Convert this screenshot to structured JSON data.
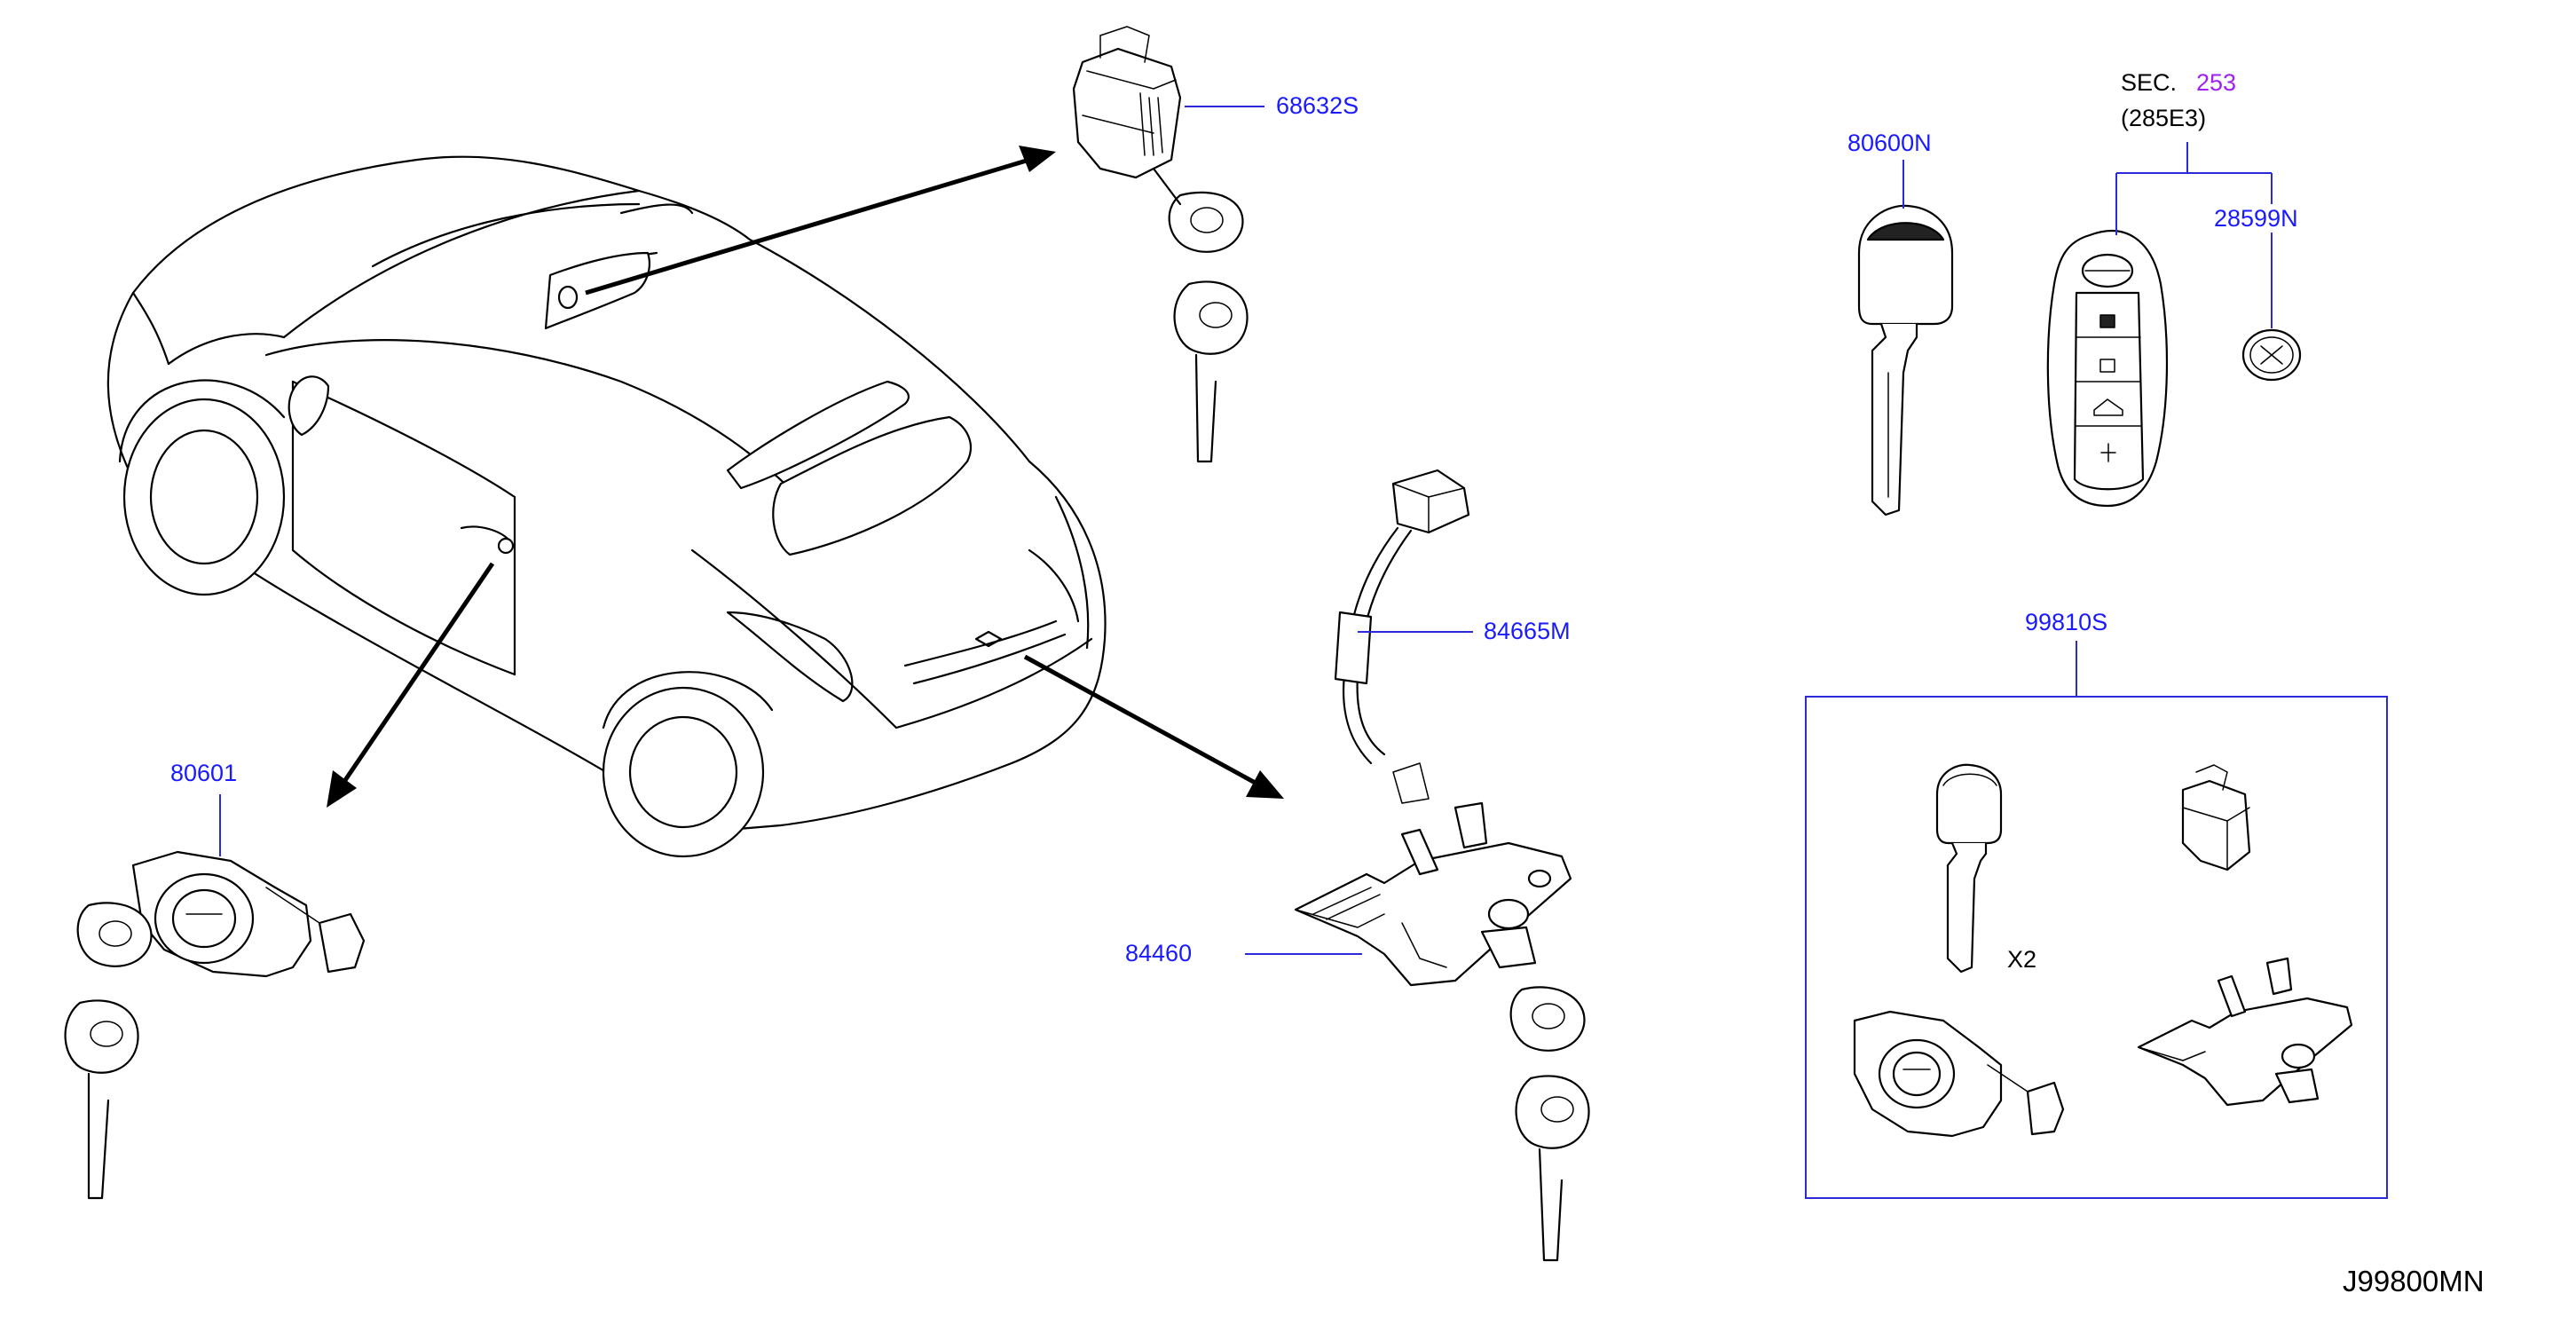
{
  "diagram": {
    "reference_code": "J99800MN",
    "parts": [
      {
        "id": "68632S",
        "label": "68632S"
      },
      {
        "id": "80600N",
        "label": "80600N"
      },
      {
        "id": "28599N",
        "label": "28599N"
      },
      {
        "id": "84665M",
        "label": "84665M"
      },
      {
        "id": "99810S",
        "label": "99810S"
      },
      {
        "id": "80601",
        "label": "80601"
      },
      {
        "id": "84460",
        "label": "84460"
      }
    ],
    "section_ref": {
      "prefix": "SEC.",
      "number": "253",
      "sub": "(285E3)"
    },
    "kit": {
      "quantity_label": "X2"
    }
  }
}
